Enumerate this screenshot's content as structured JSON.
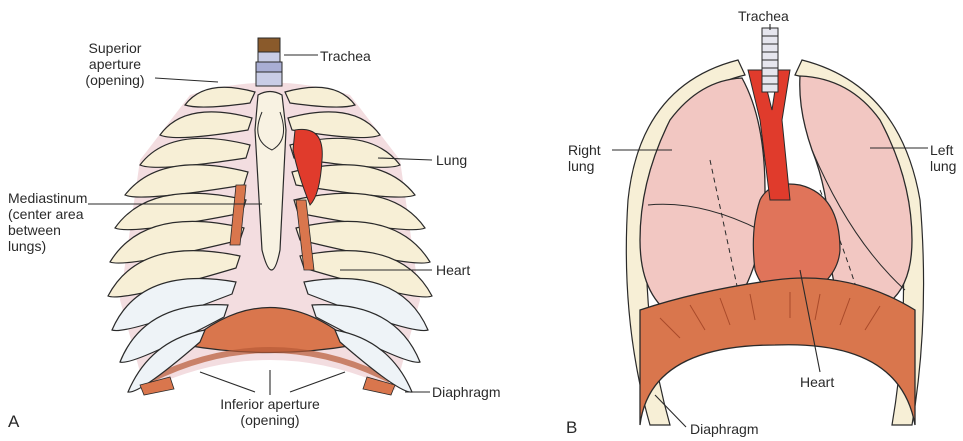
{
  "panel_a": {
    "letter": "A",
    "labels": {
      "superior_aperture": [
        "Superior",
        "aperture",
        "(opening)"
      ],
      "trachea": "Trachea",
      "lung": "Lung",
      "mediastinum": [
        "Mediastinum",
        "(center area",
        "between",
        "lungs)"
      ],
      "heart": "Heart",
      "inferior_aperture": [
        "Inferior aperture",
        "(opening)"
      ],
      "diaphragm": "Diaphragm"
    }
  },
  "panel_b": {
    "letter": "B",
    "labels": {
      "trachea": "Trachea",
      "right_lung": [
        "Right",
        "lung"
      ],
      "left_lung": [
        "Left",
        "lung"
      ],
      "heart": "Heart",
      "diaphragm": "Diaphragm"
    }
  },
  "colors": {
    "rib": "#f7efd6",
    "lung_pink": "#efc3c8",
    "heart_red": "#e03b2c",
    "diaphragm": "#d9764d",
    "outline": "#2a2a2a"
  }
}
